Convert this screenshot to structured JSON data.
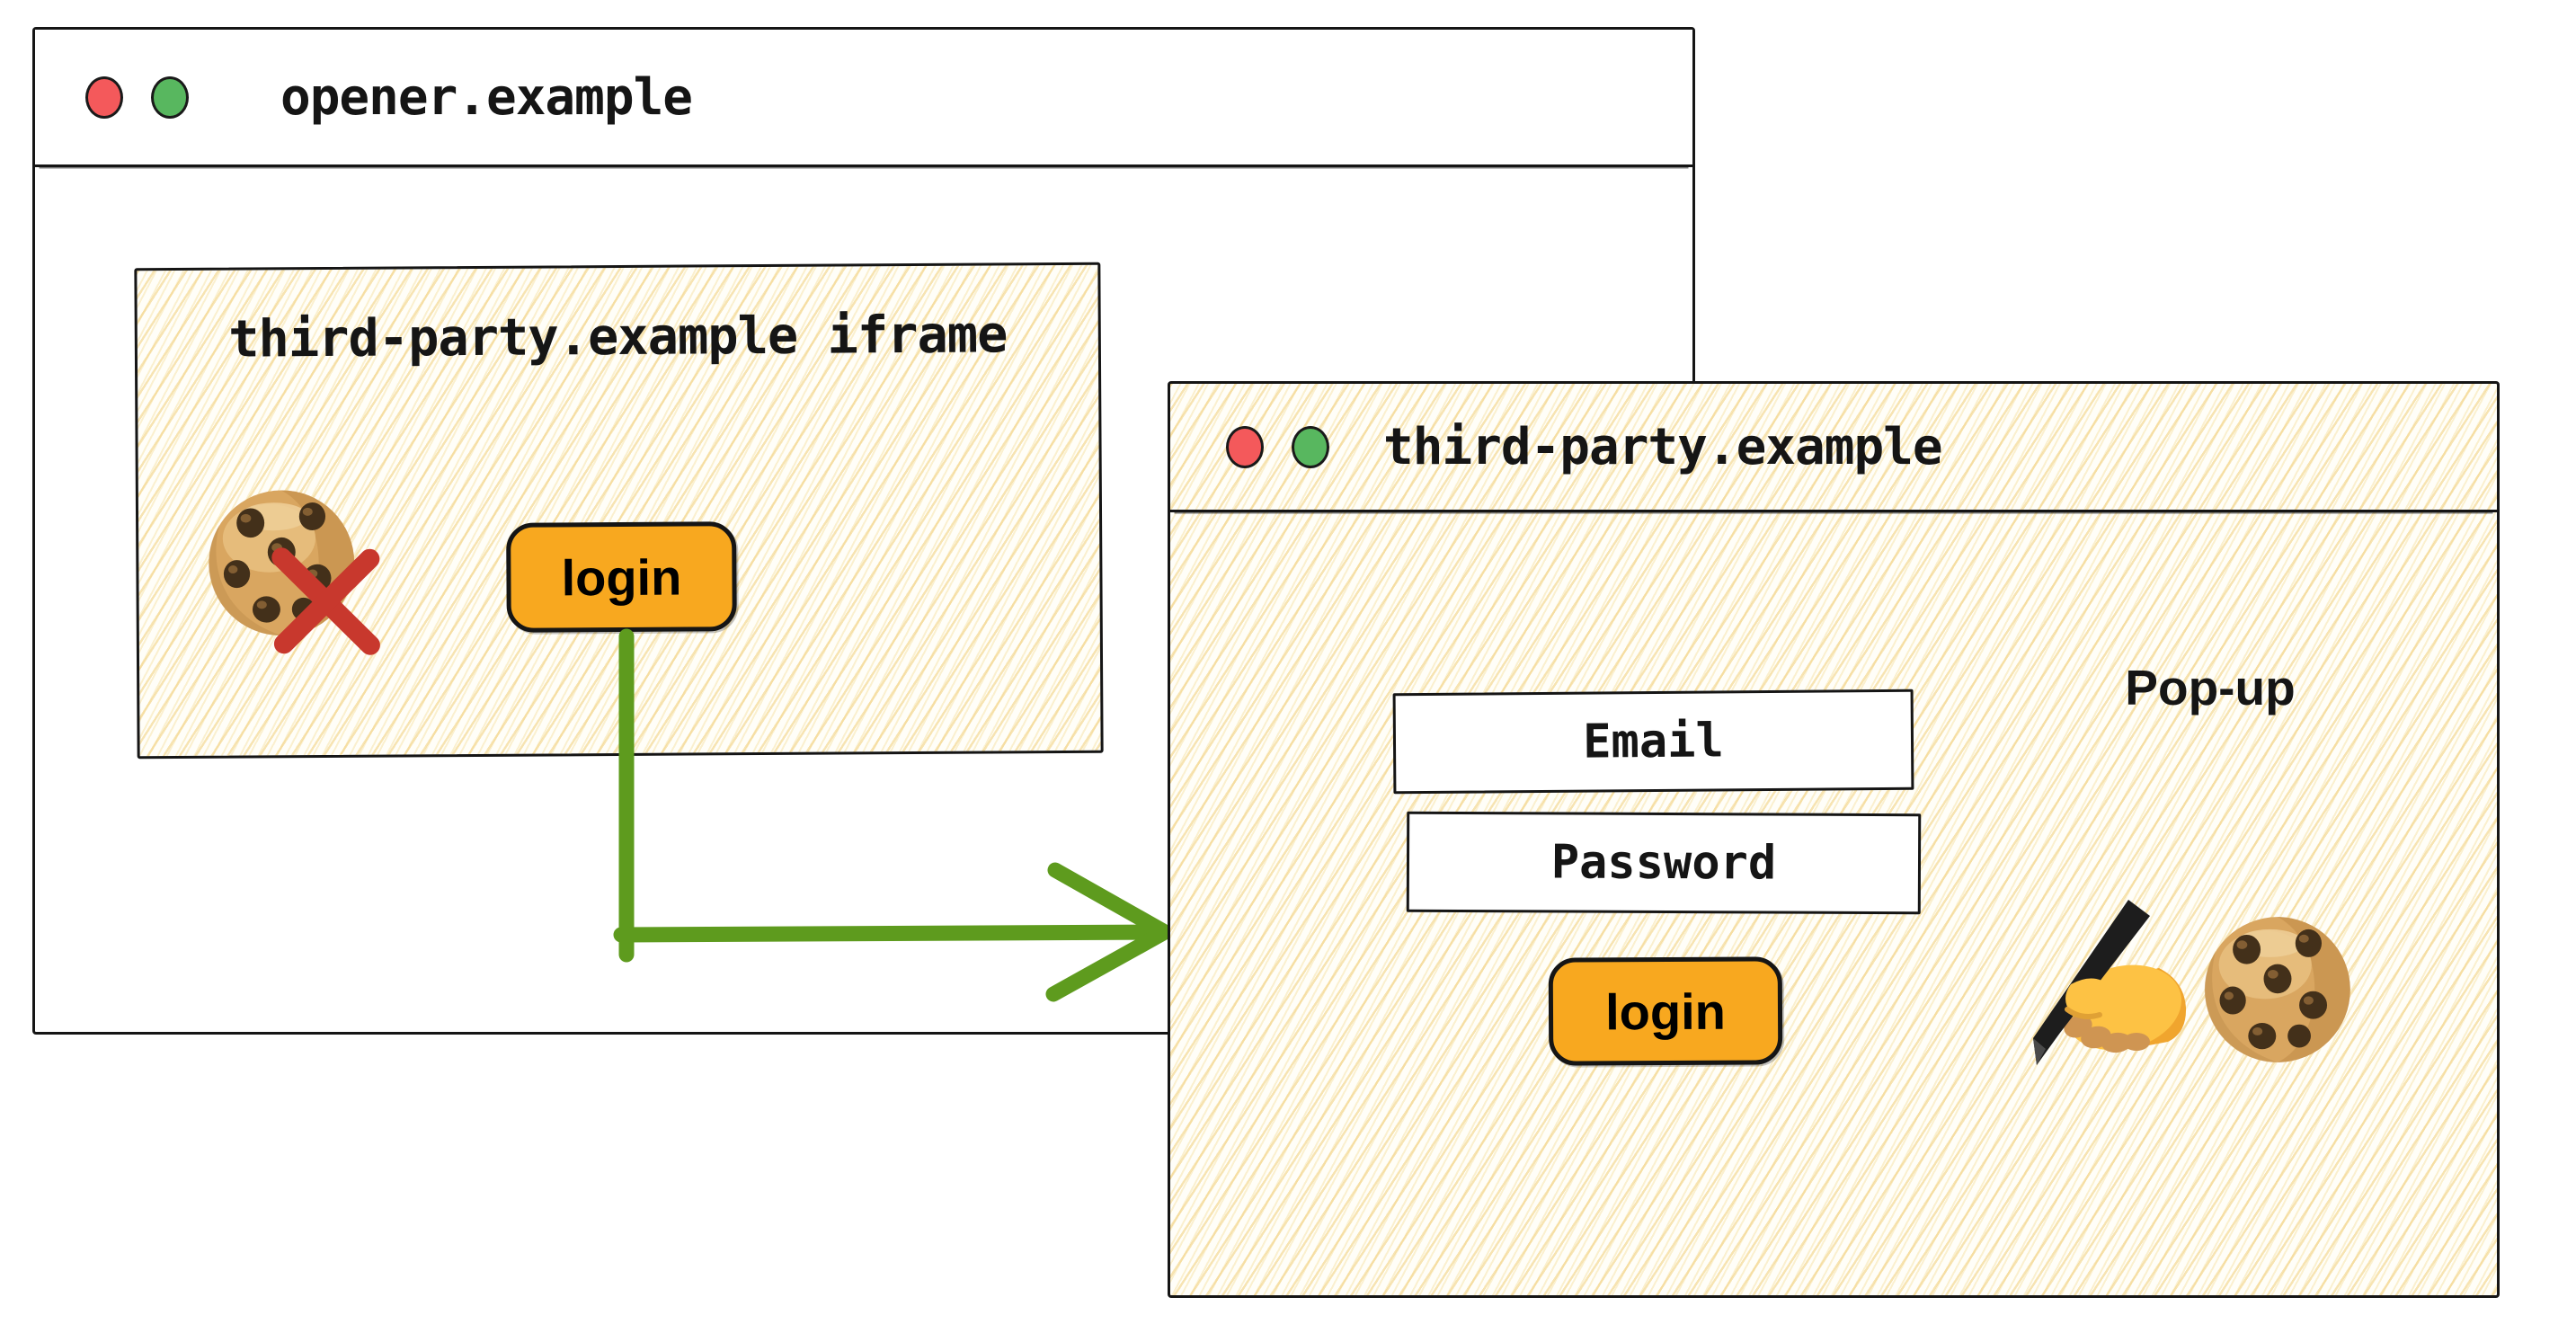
{
  "opener_window": {
    "title": "opener.example",
    "traffic_lights": [
      "red",
      "green"
    ],
    "iframe": {
      "heading": "third-party.example iframe",
      "login_button": "login",
      "blocked_cookie_icon": "cookie-with-red-x"
    }
  },
  "popup_window": {
    "title": "third-party.example",
    "traffic_lights": [
      "red",
      "green"
    ],
    "popup_label": "Pop-up",
    "email_field": "Email",
    "password_field": "Password",
    "login_button": "login",
    "icons": [
      "writing-hand",
      "cookie"
    ]
  },
  "arrow": {
    "from": "iframe login button",
    "to": "pop-up window",
    "color": "#5e9b1e"
  },
  "colors": {
    "button_fill": "#f8a81f",
    "arrow_green": "#5e9b1e",
    "blocked_x_red": "#c8382d",
    "traffic_red": "#f4595b",
    "traffic_green": "#58b75f",
    "ink_black": "#151515"
  }
}
